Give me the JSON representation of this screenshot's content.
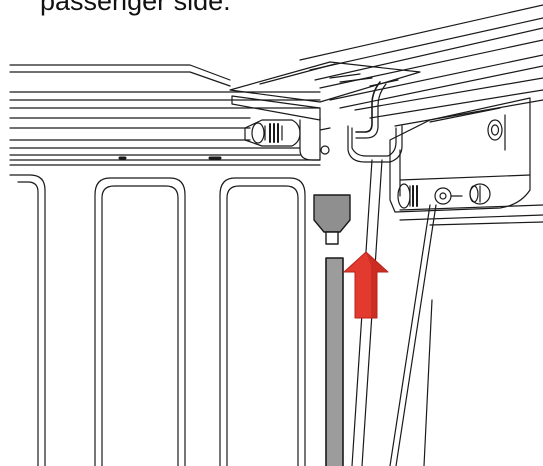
{
  "caption": {
    "text": "passenger side."
  },
  "colors": {
    "line": "#1a1a1a",
    "drain_tube_fill": "#9c9c9c",
    "fitting_fill": "#8f8f8f",
    "arrow": "#e23a2e",
    "arrow_dark": "#b9221b",
    "background": "#ffffff"
  },
  "icons": {
    "direction_arrow": "up-arrow",
    "drain_fitting": "funnel-fitting"
  }
}
